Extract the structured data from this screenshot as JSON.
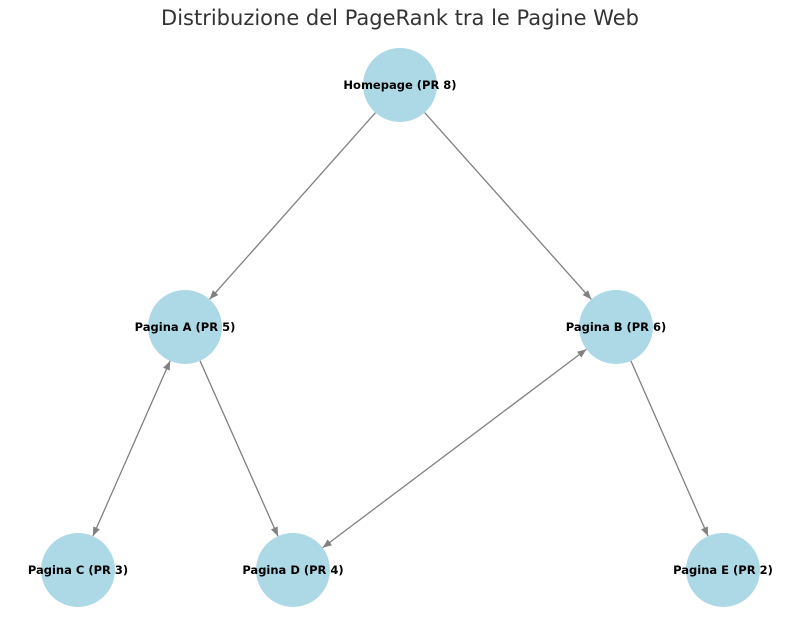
{
  "title": "Distribuzione del PageRank tra le Pagine Web",
  "colors": {
    "node_fill": "#add8e6",
    "edge": "#808080",
    "label": "#000000",
    "title": "#333333"
  },
  "nodes": [
    {
      "id": "home",
      "label": "Homepage (PR 8)"
    },
    {
      "id": "a",
      "label": "Pagina A (PR 5)"
    },
    {
      "id": "b",
      "label": "Pagina B (PR 6)"
    },
    {
      "id": "c",
      "label": "Pagina C (PR 3)"
    },
    {
      "id": "d",
      "label": "Pagina D (PR 4)"
    },
    {
      "id": "e",
      "label": "Pagina E (PR 2)"
    }
  ],
  "edges": [
    {
      "from": "home",
      "to": "a",
      "bidirectional": false
    },
    {
      "from": "home",
      "to": "b",
      "bidirectional": false
    },
    {
      "from": "a",
      "to": "c",
      "bidirectional": true
    },
    {
      "from": "a",
      "to": "d",
      "bidirectional": false
    },
    {
      "from": "b",
      "to": "d",
      "bidirectional": true
    },
    {
      "from": "b",
      "to": "e",
      "bidirectional": false
    }
  ]
}
